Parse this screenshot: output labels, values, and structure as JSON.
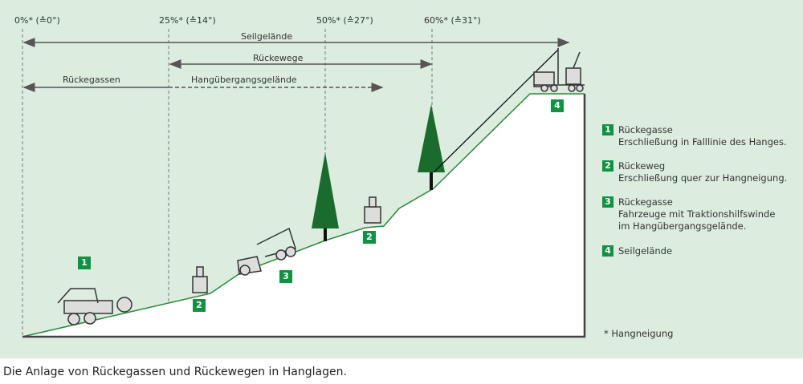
{
  "slopes": [
    "0%* (≙0°)",
    "25%* (≙14°)",
    "50%* (≙27°)",
    "60%* (≙31°)"
  ],
  "ranges": {
    "seil": "Seilgelände",
    "wege": "Rückewege",
    "gassen": "Rückegassen",
    "hang": "Hangübergangsgelände"
  },
  "markers": [
    "1",
    "2",
    "3",
    "4"
  ],
  "legend": [
    {
      "num": "1",
      "title": "Rückegasse",
      "desc": "Erschließung in Falllinie des Hanges."
    },
    {
      "num": "2",
      "title": "Rückeweg",
      "desc": "Erschließung quer zur Hangneigung."
    },
    {
      "num": "3",
      "title": "Rückegasse",
      "desc": "Fahrzeuge mit Traktionshilfswinde im Hangübergangsgelände."
    },
    {
      "num": "4",
      "title": "Seilgelände",
      "desc": ""
    }
  ],
  "footnote": "* Hangneigung",
  "caption": "Die Anlage von Rückegassen und Rückewegen in Hanglagen.",
  "colors": {
    "bg": "#dcecdf",
    "green": "#109244",
    "tree": "#1a6b2e"
  }
}
